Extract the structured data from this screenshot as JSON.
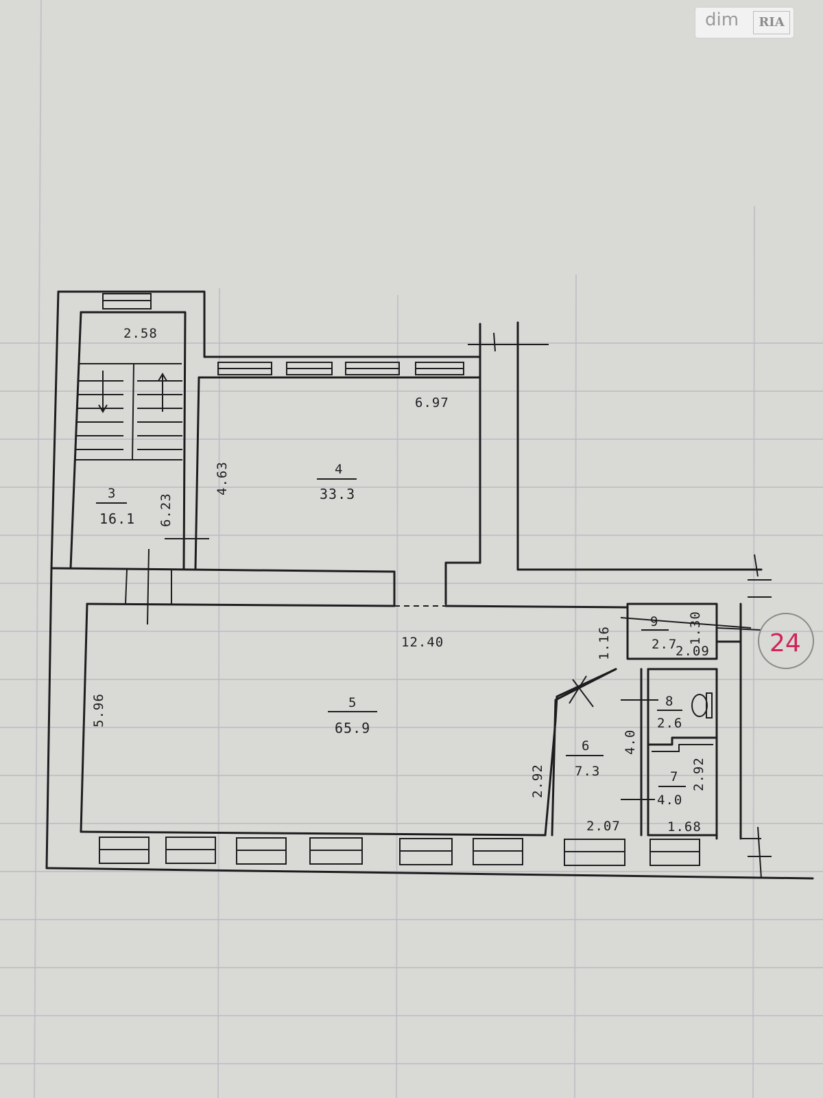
{
  "watermark": {
    "brand": "dim",
    "mark": "RIA"
  },
  "sheet_number": "24",
  "rooms": [
    {
      "id": "3",
      "area": "16.1"
    },
    {
      "id": "4",
      "area": "33.3"
    },
    {
      "id": "5",
      "area": "65.9"
    },
    {
      "id": "6",
      "area": "7.3"
    },
    {
      "id": "7",
      "area": "4.0"
    },
    {
      "id": "8",
      "area": "2.6"
    },
    {
      "id": "9",
      "area": "2.7"
    }
  ],
  "dimensions": {
    "stair_width": "2.58",
    "room3_length": "6.23",
    "room4_width": "6.97",
    "room4_length": "4.63",
    "room5_width": "12.40",
    "room5_length": "5.96",
    "room9_a": "1.16",
    "room9_b": "1.30",
    "room9_c": "2.09",
    "room6_length": "2.92",
    "room6_width": "2.07",
    "room8_length": "4.0",
    "room7_length": "2.92",
    "room7_width": "1.68"
  },
  "colors": {
    "stamp": "#d0245a",
    "ink": "#1d1d1f",
    "paper": "#d9d9d6"
  }
}
